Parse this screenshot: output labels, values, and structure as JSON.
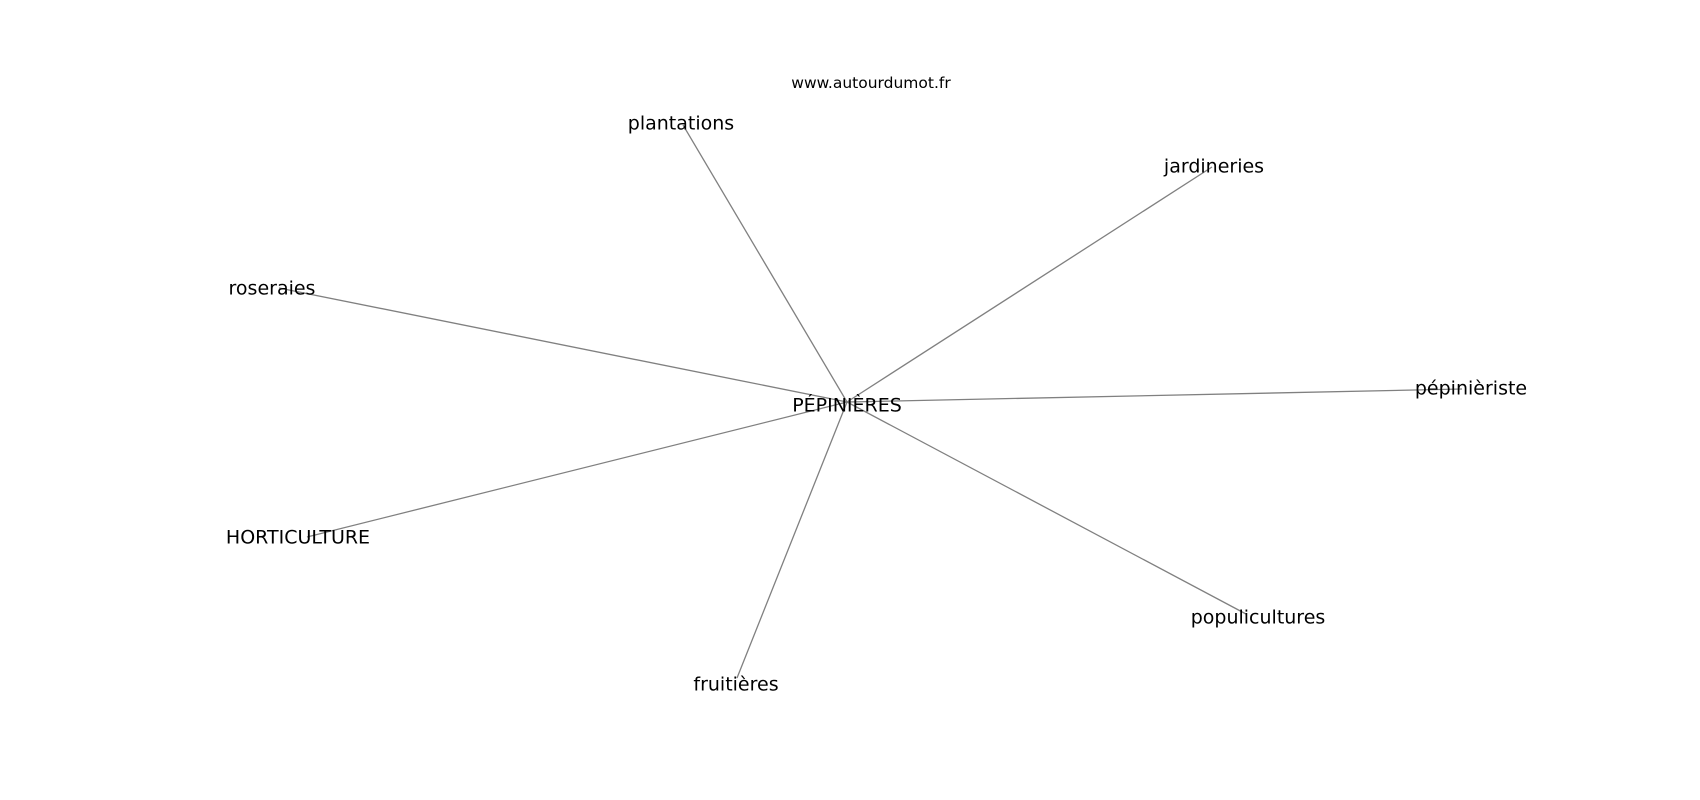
{
  "watermark": "www.autourdumot.fr",
  "center": {
    "id": "center",
    "label": "PÉPINIÈRES"
  },
  "nodes": [
    {
      "id": "plantations",
      "label": "plantations"
    },
    {
      "id": "jardineries",
      "label": "jardineries"
    },
    {
      "id": "roseraies",
      "label": "roseraies"
    },
    {
      "id": "pepinieriste",
      "label": "pépinièriste"
    },
    {
      "id": "horticulture",
      "label": "HORTICULTURE"
    },
    {
      "id": "populicultures",
      "label": "populicultures"
    },
    {
      "id": "fruitieres",
      "label": "fruitières"
    }
  ],
  "edges": [
    {
      "from": "center",
      "to": "plantations"
    },
    {
      "from": "center",
      "to": "jardineries"
    },
    {
      "from": "center",
      "to": "roseraies"
    },
    {
      "from": "center",
      "to": "pepinieriste"
    },
    {
      "from": "center",
      "to": "horticulture"
    },
    {
      "from": "center",
      "to": "populicultures"
    },
    {
      "from": "center",
      "to": "fruitieres"
    }
  ],
  "colors": {
    "edge": "#808080",
    "text": "#000000",
    "background": "#ffffff"
  }
}
